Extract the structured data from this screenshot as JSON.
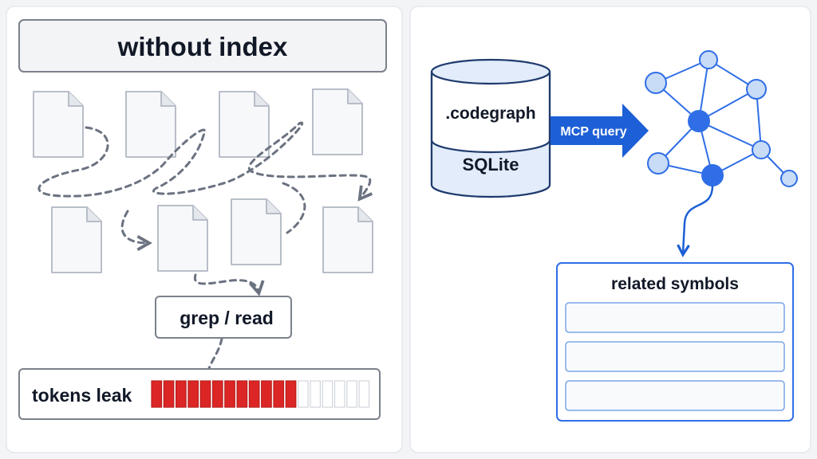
{
  "left_panel": {
    "title": "without index",
    "tool_label": "grep / read",
    "meter_label": "tokens leak",
    "meter": {
      "filled": 12,
      "total": 18
    }
  },
  "right_panel": {
    "database": {
      "top_label": ".codegraph",
      "bottom_label": "SQLite"
    },
    "query_label": "MCP query",
    "results": {
      "title": "related symbols",
      "row_count": 3
    }
  },
  "colors": {
    "panel_bg": "#ffffff",
    "panel_border": "#e5e7eb",
    "gray_line": "#6b7280",
    "file_stroke": "#b8bec8",
    "leak_red": "#dc2626",
    "accent_blue": "#1d5fd6",
    "node_light": "#c8dbf7",
    "node_dark": "#2f6ee6"
  }
}
